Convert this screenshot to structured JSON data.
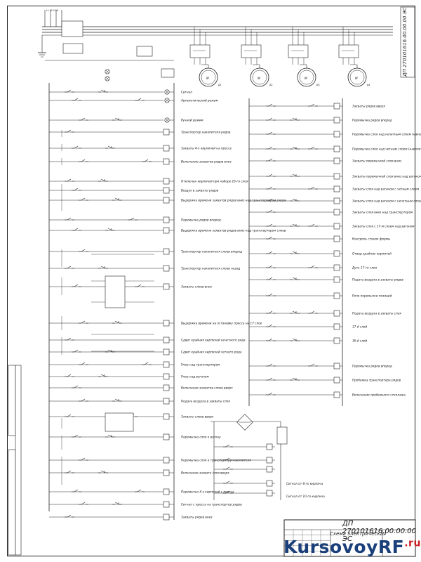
{
  "drawing": {
    "code": "ДП 270101616.00.00.00 ЭС",
    "title": "Схема электрическая",
    "side_code": "ДП 270101616.00.00.00 ЭС"
  },
  "watermark": {
    "main": "KursovoyRF",
    "tld": ".ru"
  },
  "motors": [
    {
      "symbol": "М",
      "label": "Д1"
    },
    {
      "symbol": "М",
      "label": "Д2"
    },
    {
      "symbol": "М",
      "label": "Д3"
    },
    {
      "symbol": "М",
      "label": "Д4"
    }
  ],
  "left_labels": [
    "Сигнал",
    "Автоматический режим",
    "Ручной режим",
    "Транспортер накопителя рядов",
    "Захваты 4-х кирпичей на прессе",
    "Включение захватов рядов вниз",
    "Отключен кирпичей при наборе 16-го слоя",
    "Воздух в захваты рядов",
    "Выдержка времени захватов рядов вниз над транспортером рядов",
    "Перемычка рядов вперед",
    "Выдержка времени захватов рядов вниз над транспортером слоев",
    "Транспортер накопителя слоев вперед",
    "Транспортер накопителя слоев назад",
    "Захваты слоев вниз",
    "Выдержка времени на остановку пресса на 17 слое",
    "Сдвиг крайних кирпичей нечетного ряда",
    "Сдвиг крайних кирпичей четного ряда",
    "Упор над транспортером",
    "Упор над вагоном",
    "Включение захватов слоев вверх",
    "Подача воздуха в захваты слоя",
    "Захваты слоев вверх",
    "Перемычка слоя к вагону",
    "Перемычка слоя к транспортеру накопителя",
    "Включение захвата слоя вверх",
    "Перемычка 4-х кирпичей с пресса",
    "Сигнал с пресса на транспортер рядов",
    "Захваты рядов вниз"
  ],
  "right_labels": [
    "Захваты рядов вверх",
    "Перемычка рядов вперед",
    "Перемычка слоя над нечетным слоем (накопителя)",
    "Перемычка слоя над четным слоем (накопителя)",
    "Захваты перемычкой слоя вниз",
    "Захваты перемычкой слоя вниз над вагоном (вниз, заход)",
    "Захваты слоя над вагоном с четным слоем",
    "Захваты слоя над вагоном с нечетным слоем",
    "Захваты слоя вниз над транспортером",
    "Захваты слоя с 17-м слоем над вагоном",
    "Контроль стенок формы",
    "Отвод крайних кирпичей",
    "Дуть 17-го слоя",
    "Подача воздуха в захваты рядов",
    "Реле перемычки позиций",
    "Подача воздуха в захваты слоя",
    "17-й слой",
    "16-й слой",
    "Перемычка рядов вперед",
    "Пробежка транспортера рядов",
    "Включение пробежного стеллажа"
  ],
  "bottom_labels": [
    "Сигнал от 8-го кирпича",
    "Сигнал от 10-го кирпича"
  ]
}
